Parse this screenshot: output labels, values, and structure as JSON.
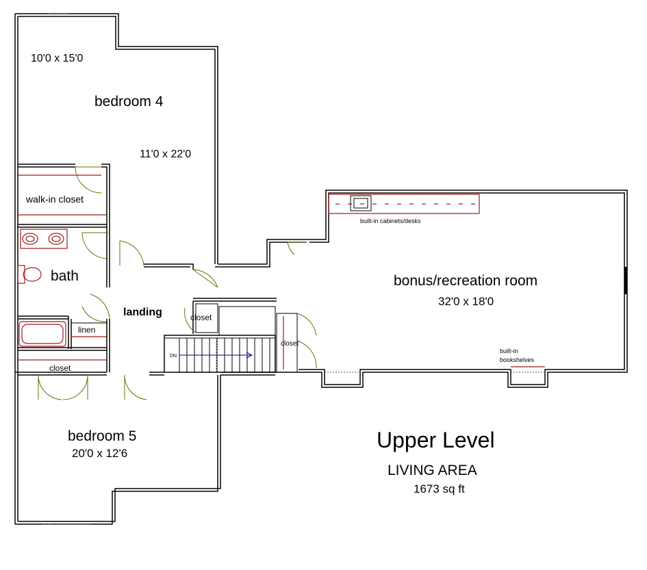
{
  "rooms": {
    "bedroom4": {
      "name": "bedroom 4",
      "dim_a": "10'0 x 15'0",
      "dim_b": "11'0 x 22'0"
    },
    "walkin": {
      "name": "walk-in closet"
    },
    "bath": {
      "name": "bath"
    },
    "landing": {
      "name": "landing"
    },
    "linen": {
      "name": "linen"
    },
    "closet_bed5": {
      "name": "closet"
    },
    "closet_landing": {
      "name": "closet"
    },
    "closet_stair": {
      "name": "closet"
    },
    "bedroom5": {
      "name": "bedroom 5",
      "dim": "20'0 x 12'6"
    },
    "bonus": {
      "name": "bonus/recreation room",
      "dim": "32'0 x 18'0"
    },
    "cabinets": {
      "name": "built-in cabinets/desks"
    },
    "bookshelves": {
      "line1": "built-in",
      "line2": "bookshelves"
    },
    "stairs": {
      "label": "DN"
    }
  },
  "title": {
    "main": "Upper Level",
    "sub": "LIVING AREA",
    "area": "1673 sq ft"
  },
  "colors": {
    "wall": "#000000",
    "fixture": "#a01818",
    "door": "#6b6b00"
  }
}
